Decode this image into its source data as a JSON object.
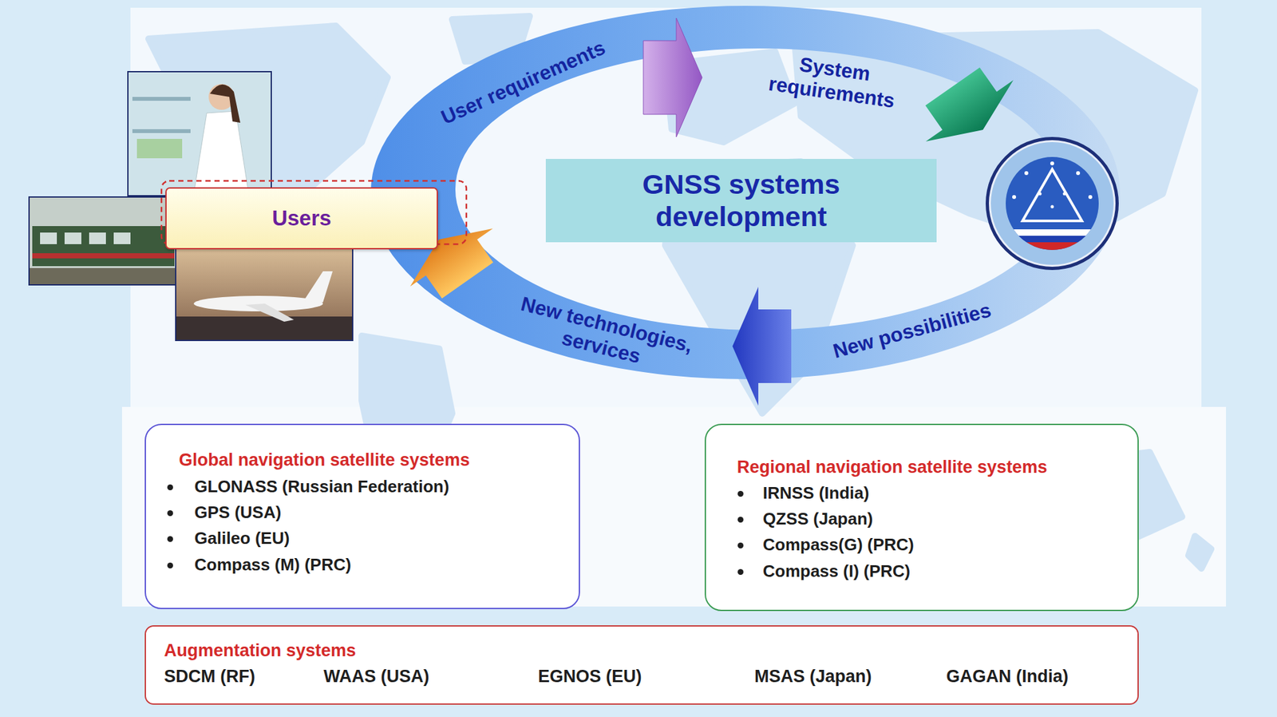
{
  "diagram": {
    "nodes": [
      {
        "text": [
          "Users"
        ]
      },
      {
        "text": [
          "GNSS systems development"
        ]
      },
      {
        "text": [
          "Global navigation satellite systems",
          "GLONASS (Russian Federation)",
          "GPS (USA)",
          "Galileo (EU)",
          "Compass (M) (PRC)"
        ]
      },
      {
        "text": [
          "Regional navigation satellite systems",
          "IRNSS (India)",
          "QZSS (Japan)",
          "Compass(G) (PRC)",
          "Compass (I) (PRC)"
        ]
      },
      {
        "text": [
          "Augmentation systems",
          "SDCM (RF)",
          "WAAS (USA)",
          "EGNOS (EU)",
          "MSAS (Japan)",
          "GAGAN (India)"
        ]
      }
    ],
    "labels": [
      "User requirements",
      "System requirements",
      "New possibilities",
      "New technologies, services"
    ]
  }
}
